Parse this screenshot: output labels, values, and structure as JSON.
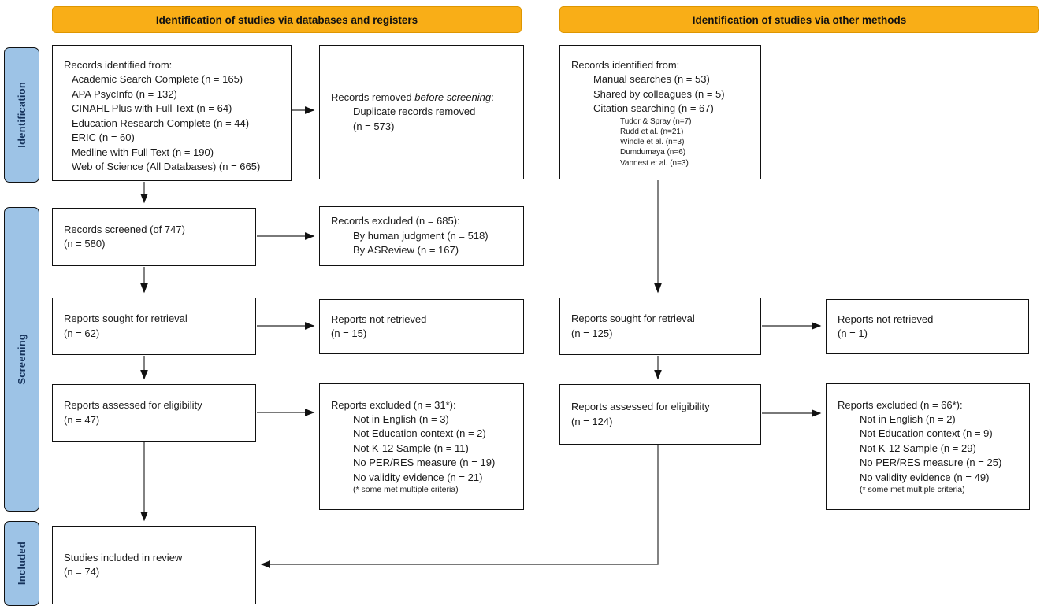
{
  "headers": {
    "databases": "Identification of studies via databases and registers",
    "other": "Identification of studies via other methods"
  },
  "sidebar": {
    "identification": "Identification",
    "screening": "Screening",
    "included": "Included"
  },
  "colors": {
    "header_bg": "#F9AE17",
    "header_border": "#DE9600",
    "sidebar_bg": "#9DC3E6",
    "box_border": "#111111",
    "arrow": "#4d4d4d"
  },
  "boxes": {
    "db_identified": {
      "title": "Records identified from:",
      "lines": [
        "Academic Search Complete (n = 165)",
        "APA PsycInfo (n = 132)",
        "CINAHL Plus with Full Text (n = 64)",
        "Education Research Complete (n = 44)",
        "ERIC (n = 60)",
        "Medline with Full Text (n = 190)",
        "Web of Science (All Databases) (n = 665)"
      ]
    },
    "records_removed": {
      "prefix": "Records removed ",
      "italic": "before screening",
      "suffix": ":",
      "lines": [
        "Duplicate records removed",
        "(n = 573)"
      ]
    },
    "other_identified": {
      "title": "Records identified from:",
      "lines": [
        "Manual searches (n = 53)",
        "Shared by colleagues (n = 5)",
        "Citation searching (n = 67)"
      ],
      "sublines": [
        "Tudor & Spray (n=7)",
        "Rudd et al. (n=21)",
        "Windle et al. (n=3)",
        "Dumdumaya (n=6)",
        "Vannest et al. (n=3)"
      ]
    },
    "records_screened": {
      "line1": "Records screened (of 747)",
      "line2": "(n = 580)"
    },
    "records_excluded": {
      "title": "Records excluded (n = 685):",
      "lines": [
        "By human judgment (n = 518)",
        "By ASReview (n = 167)"
      ]
    },
    "reports_sought_db": {
      "line1": "Reports sought for retrieval",
      "line2": "(n = 62)"
    },
    "reports_not_retrieved_db": {
      "line1": "Reports not retrieved",
      "line2": "(n = 15)"
    },
    "reports_sought_other": {
      "line1": "Reports sought for retrieval",
      "line2": "(n = 125)"
    },
    "reports_not_retrieved_other": {
      "line1": "Reports not retrieved",
      "line2": "(n = 1)"
    },
    "reports_assessed_db": {
      "line1": "Reports assessed for eligibility",
      "line2": "(n = 47)"
    },
    "reports_excluded_db": {
      "title": "Reports excluded (n = 31*):",
      "lines": [
        "Not in English (n = 3)",
        "Not Education context (n = 2)",
        "Not K-12 Sample (n = 11)",
        "No PER/RES measure (n = 19)",
        "No validity evidence (n = 21)"
      ],
      "note": "(* some met multiple criteria)"
    },
    "reports_assessed_other": {
      "line1": "Reports assessed for eligibility",
      "line2": "(n = 124)"
    },
    "reports_excluded_other": {
      "title": "Reports excluded (n = 66*):",
      "lines": [
        "Not in English (n = 2)",
        "Not Education context (n = 9)",
        "Not K-12 Sample (n = 29)",
        "No PER/RES measure (n = 25)",
        "No validity evidence (n = 49)"
      ],
      "note": "(* some met multiple criteria)"
    },
    "studies_included": {
      "line1": "Studies included in review",
      "line2": "(n = 74)"
    }
  }
}
